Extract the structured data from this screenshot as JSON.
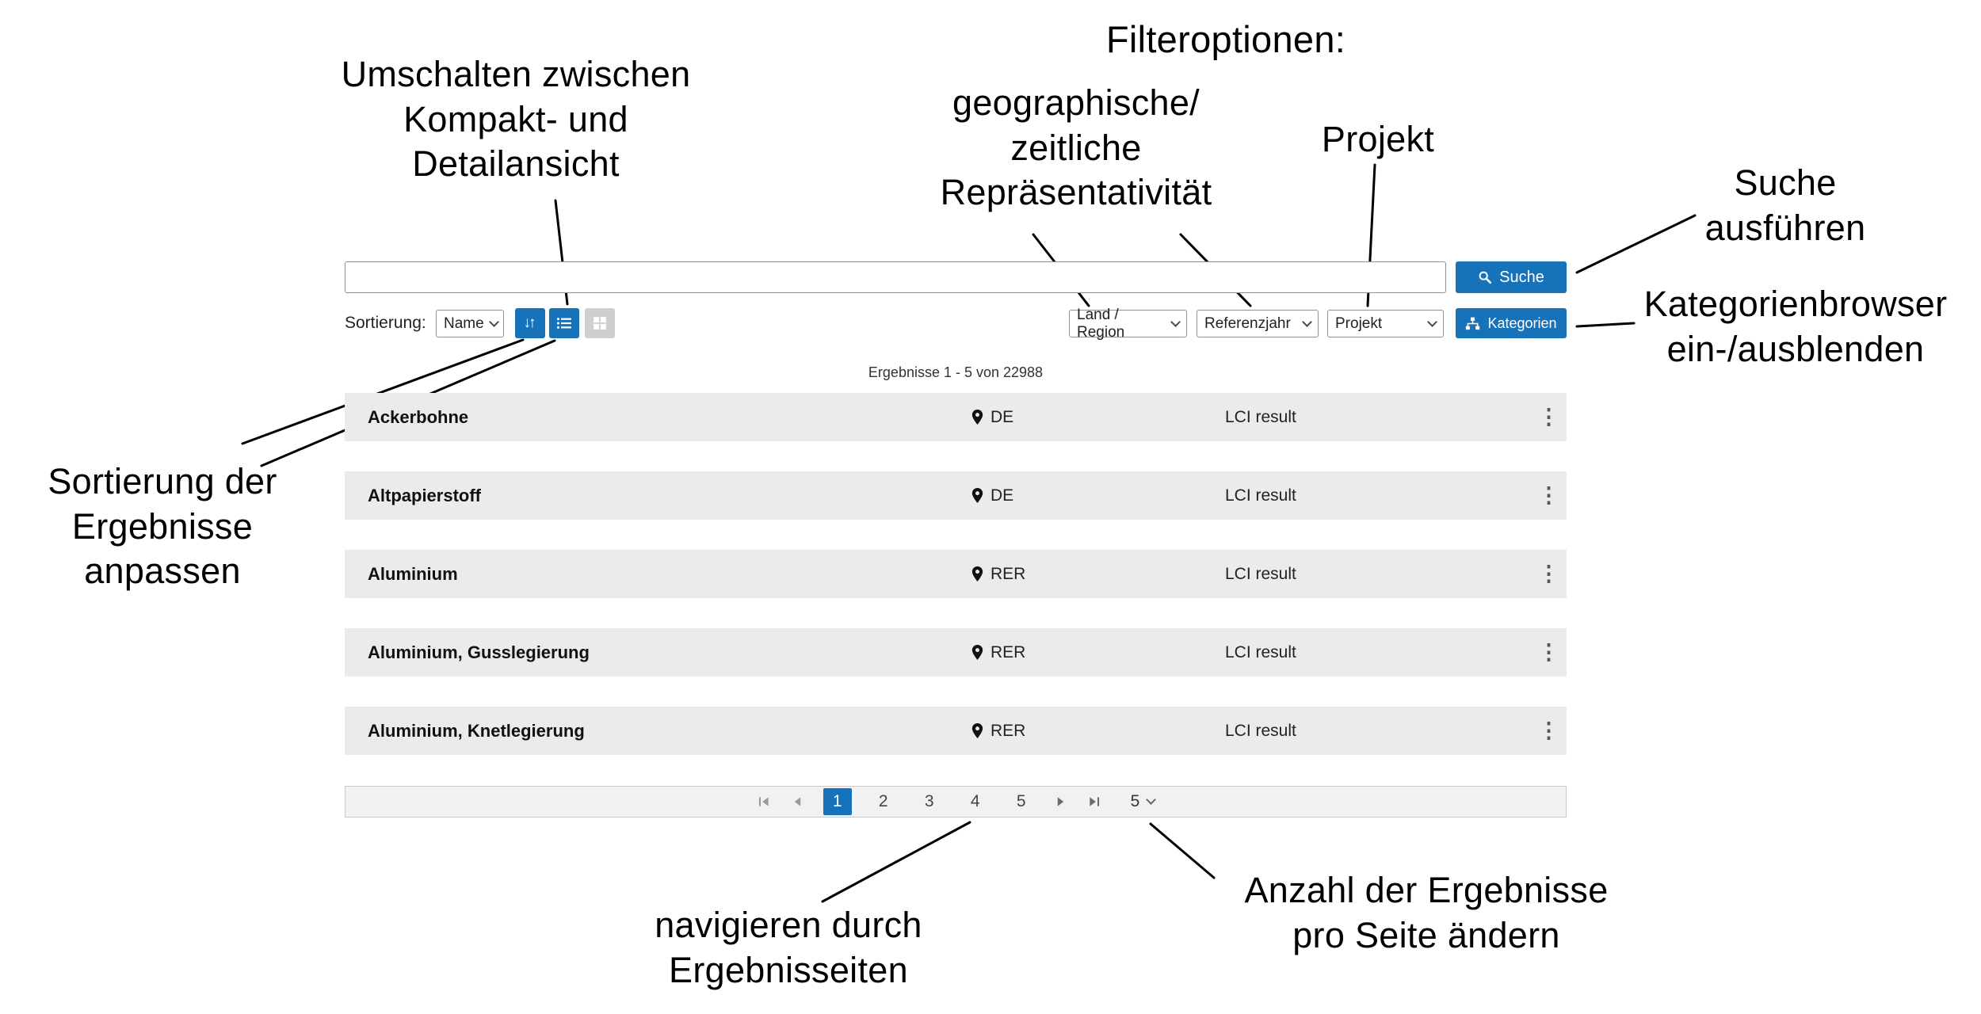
{
  "colors": {
    "accent": "#1673ba",
    "row_bg": "#ebebeb"
  },
  "annotations": {
    "toggle_view": "Umschalten zwischen\nKompakt- und\nDetailansicht",
    "filter_title": "Filteroptionen:",
    "geo_time": "geographische/\nzeitliche\nRepräsentativität",
    "project": "Projekt",
    "run_search": "Suche\nausführen",
    "category_browser": "Kategorienbrowser\nein-/ausblenden",
    "sort_results": "Sortierung der\nErgebnisse\nanpassen",
    "navigate_pages": "navigieren durch\nErgebnisseiten",
    "page_size": "Anzahl der Ergebnisse\npro Seite ändern"
  },
  "toolbar": {
    "search_value": "",
    "search_button": "Suche",
    "sort_label": "Sortierung:",
    "sort_value": "Name",
    "filter_region": "Land / Region",
    "filter_year": "Referenzjahr",
    "filter_project": "Projekt",
    "categories_button": "Kategorien"
  },
  "results": {
    "summary": "Ergebnisse 1 - 5 von 22988",
    "rows": [
      {
        "name": "Ackerbohne",
        "location": "DE",
        "type": "LCI result"
      },
      {
        "name": "Altpapierstoff",
        "location": "DE",
        "type": "LCI result"
      },
      {
        "name": "Aluminium",
        "location": "RER",
        "type": "LCI result"
      },
      {
        "name": "Aluminium, Gusslegierung",
        "location": "RER",
        "type": "LCI result"
      },
      {
        "name": "Aluminium, Knetlegierung",
        "location": "RER",
        "type": "LCI result"
      }
    ]
  },
  "pagination": {
    "pages": [
      "1",
      "2",
      "3",
      "4",
      "5"
    ],
    "active_page": "1",
    "page_size_value": "5"
  },
  "icons": {
    "sort": "↓↑",
    "kebab": "⋮"
  }
}
